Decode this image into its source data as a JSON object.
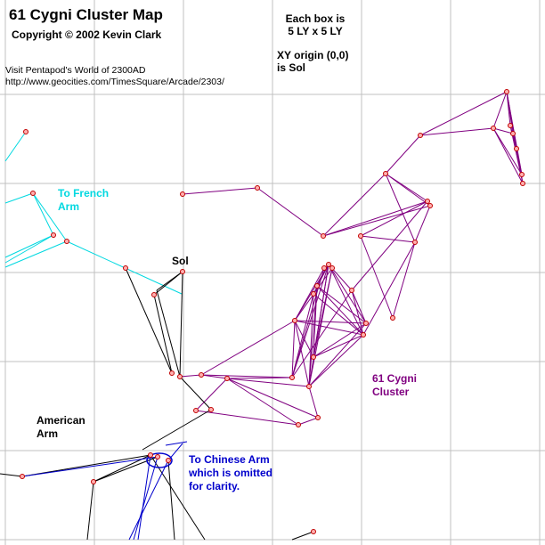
{
  "title": "61 Cygni Cluster Map",
  "copyright": "Copyright © 2002 Kevin Clark",
  "visit_line1": "Visit Pentapod's World of 2300AD",
  "visit_line2": "http://www.geocities.com/TimesSquare/Arcade/2303/",
  "box_line1": "Each box is",
  "box_line2": "5 LY x 5 LY",
  "origin_line1": "XY origin (0,0)",
  "origin_line2": "is Sol",
  "labels": {
    "french_1": "To French",
    "french_2": "Arm",
    "sol": "Sol",
    "cygni_1": "61 Cygni",
    "cygni_2": "Cluster",
    "american_1": "American",
    "american_2": "Arm",
    "chinese_1": "To Chinese Arm",
    "chinese_2": "which is omitted",
    "chinese_3": "for clarity."
  },
  "colors": {
    "grid": "#c0c0c0",
    "french_arm": "#00d8e0",
    "cygni_cluster": "#800080",
    "american_arm": "#000000",
    "chinese_arm": "#0000cc",
    "star_fill": "#ffb0b0",
    "star_stroke": "#c00000"
  }
}
